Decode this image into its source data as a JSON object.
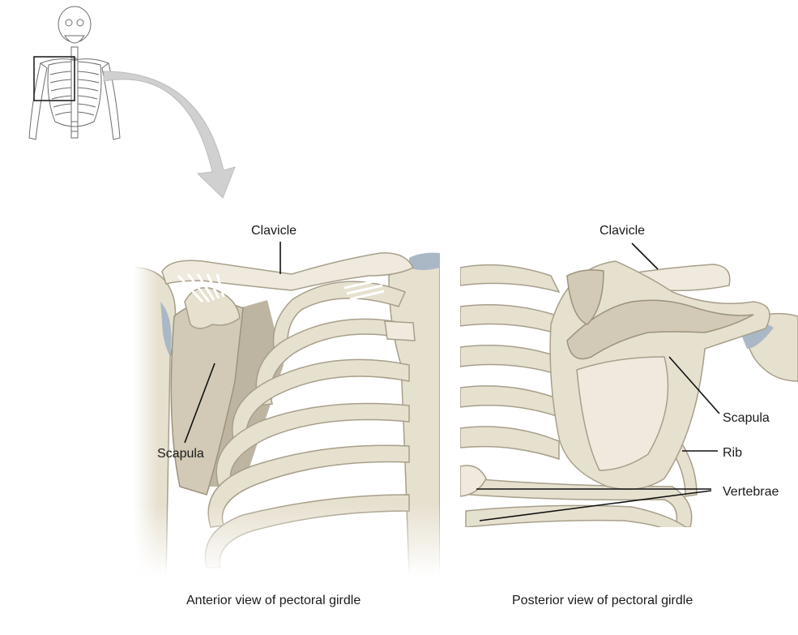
{
  "anterior": {
    "clavicle_label": "Clavicle",
    "scapula_label": "Scapula",
    "caption": "Anterior view of pectoral girdle"
  },
  "posterior": {
    "clavicle_label": "Clavicle",
    "scapula_label": "Scapula",
    "rib_label": "Rib",
    "vertebrae_label": "Vertebrae",
    "caption": "Posterior view of pectoral girdle"
  },
  "colors": {
    "bone": "#e6e0cf",
    "bone_shadow": "#bdb5a1",
    "cartilage": "#aab8c6",
    "arrow": "#d0d0d0"
  }
}
